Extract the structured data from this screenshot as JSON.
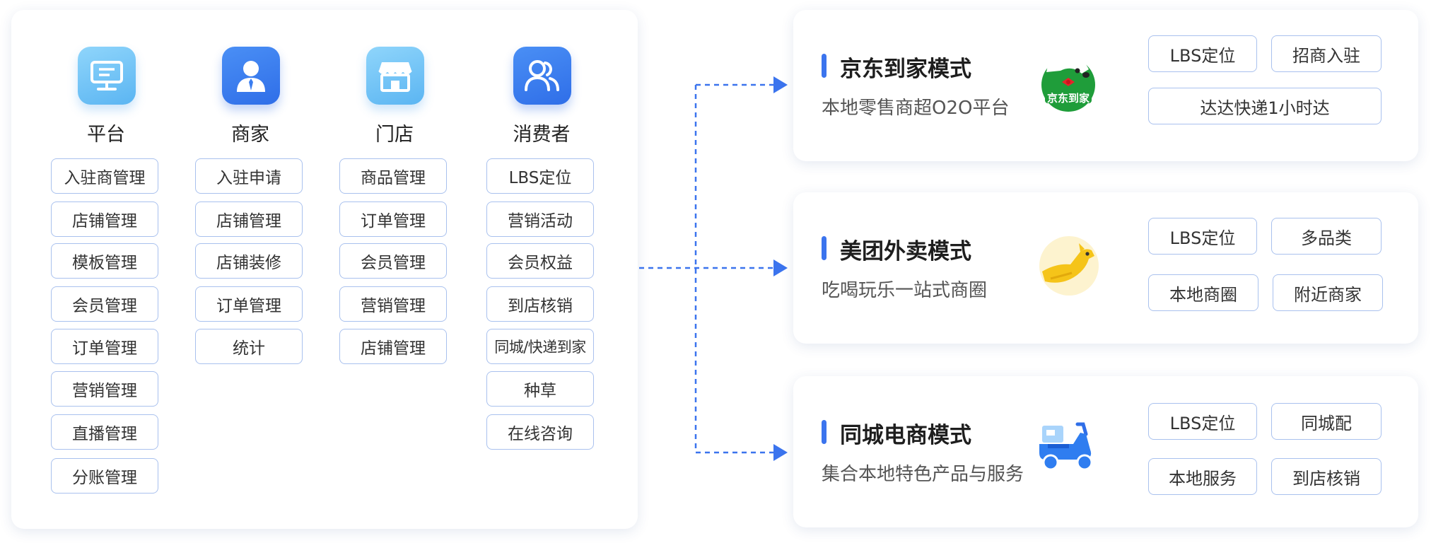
{
  "roles": [
    {
      "title": "平台",
      "icon": "monitor-icon",
      "items": [
        "入驻商管理",
        "店铺管理",
        "模板管理",
        "会员管理",
        "订单管理",
        "营销管理",
        "直播管理",
        "分账管理"
      ]
    },
    {
      "title": "商家",
      "icon": "merchant-person-icon",
      "items": [
        "入驻申请",
        "店铺管理",
        "店铺装修",
        "订单管理",
        "统计"
      ]
    },
    {
      "title": "门店",
      "icon": "storefront-icon",
      "items": [
        "商品管理",
        "订单管理",
        "会员管理",
        "营销管理",
        "店铺管理"
      ]
    },
    {
      "title": "消费者",
      "icon": "consumers-icon",
      "items": [
        "LBS定位",
        "营销活动",
        "会员权益",
        "到店核销",
        "同城/快递到家",
        "种草",
        "在线咨询"
      ]
    }
  ],
  "modes": [
    {
      "title": "京东到家模式",
      "subtitle": "本地零售商超O2O平台",
      "logo": "jd-daojia-logo",
      "logo_text": "京东到家",
      "tags": [
        "LBS定位",
        "招商入驻",
        "达达快递1小时达"
      ]
    },
    {
      "title": "美团外卖模式",
      "subtitle": "吃喝玩乐一站式商圈",
      "logo": "meituan-kangaroo-logo",
      "tags": [
        "LBS定位",
        "多品类",
        "本地商圈",
        "附近商家"
      ]
    },
    {
      "title": "同城电商模式",
      "subtitle": "集合本地特色产品与服务",
      "logo": "delivery-scooter-icon",
      "tags": [
        "LBS定位",
        "同城配",
        "本地服务",
        "到店核销"
      ]
    }
  ],
  "colors": {
    "accent": "#3b74ee",
    "icon_light": "#6cc3f7",
    "icon_dark": "#3a7df0",
    "box_border": "#a9c1ee",
    "jd_green": "#1f9d3a",
    "meituan_yellow": "#f5c419"
  }
}
